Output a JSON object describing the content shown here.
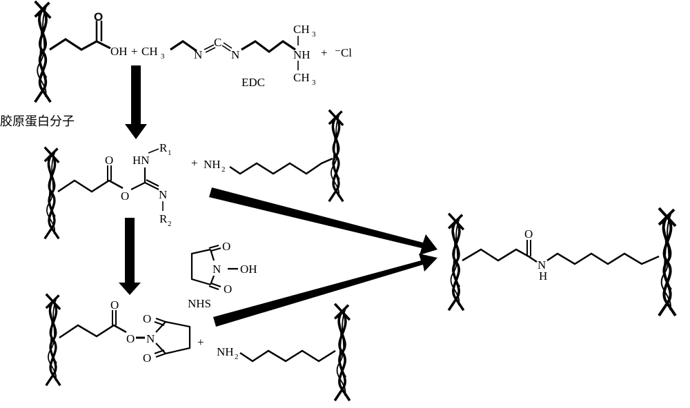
{
  "labels": {
    "collagen": "胶原蛋白分子",
    "edc": "EDC",
    "nhs": "NHS"
  },
  "step1": {
    "oh": "OH",
    "plus1": "+",
    "ch3": "CH",
    "sub3": "3",
    "n1": "N",
    "c": "C",
    "n2": "N",
    "nh": "NH",
    "ch3_top": "CH",
    "ch3_bottom": "CH",
    "plus2": "+",
    "cl": "⁻Cl",
    "o": "O"
  },
  "step2": {
    "o_carbonyl": "O",
    "o_ester": "O",
    "hn": "HN",
    "r1": "R",
    "r1_sub": "1",
    "n": "N",
    "r2": "R",
    "r2_sub": "2",
    "plus": "+",
    "nh2": "NH",
    "nh2_sub": "2"
  },
  "nhs_molecule": {
    "o_top": "O",
    "n": "N",
    "oh": "OH",
    "o_bottom": "O"
  },
  "step3": {
    "o_carbonyl": "O",
    "o_link": "O",
    "n": "N",
    "o_top": "O",
    "o_bottom": "O",
    "plus": "+",
    "nh2": "NH",
    "nh2_sub": "2"
  },
  "product": {
    "o": "O",
    "n": "N",
    "h": "H"
  }
}
